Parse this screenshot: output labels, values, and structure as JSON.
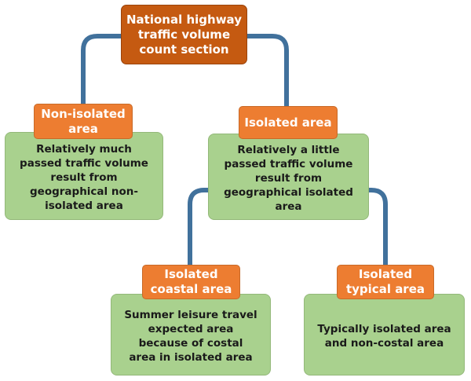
{
  "root": {
    "text": "National highway\ntraffic volume\ncount section"
  },
  "left": {
    "label": "Non-isolated\narea",
    "content": "Relatively much\npassed traffic volume\nresult from\ngeographical non-\nisolated area"
  },
  "right": {
    "label": "Isolated area",
    "content": "Relatively a little\npassed traffic volume\nresult from\ngeographical isolated\narea"
  },
  "coastal": {
    "label": "Isolated\ncoastal area",
    "content": "Summer leisure travel\nexpected area\nbecause of costal\narea in isolated area"
  },
  "typical": {
    "label": "Isolated\ntypical area",
    "content": "Typically isolated area\nand non-costal area"
  },
  "colors": {
    "root": "#c55a11",
    "label": "#ed7d31",
    "content": "#a9d18e",
    "connector": "#41719c"
  }
}
